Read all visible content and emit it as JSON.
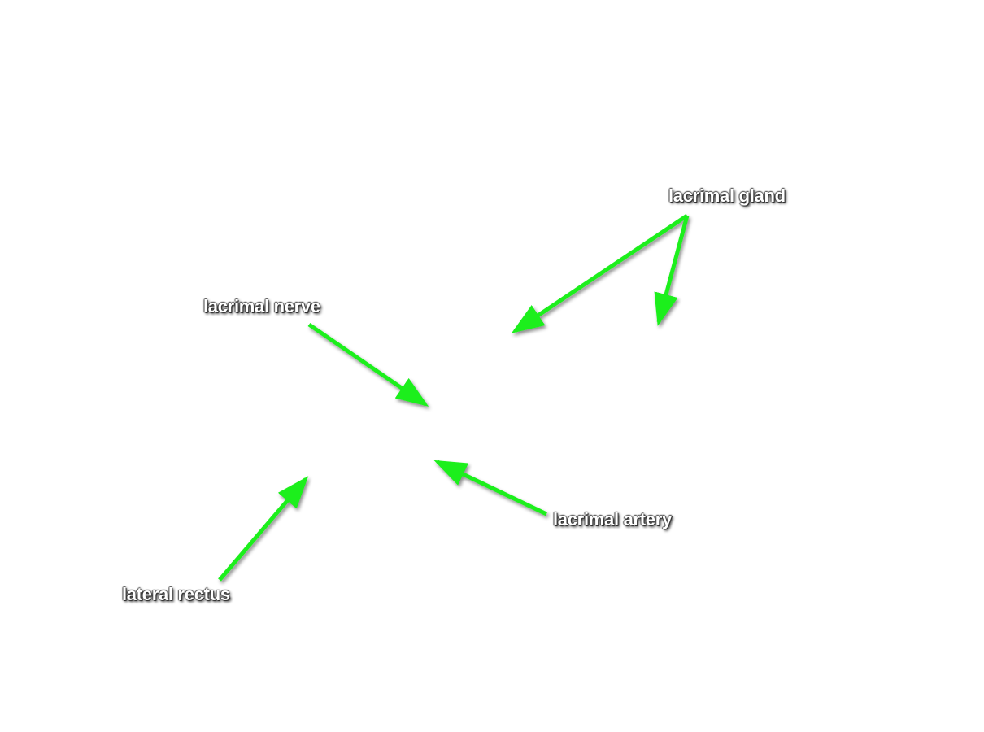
{
  "labels": {
    "lacrimal_gland": "lacrimal gland",
    "lacrimal_nerve": "lacrimal nerve",
    "lacrimal_artery": "lacrimal artery",
    "lateral_rectus": "lateral rectus"
  },
  "colors": {
    "arrow": "#1aef1a",
    "label_text": "#ffffff"
  }
}
